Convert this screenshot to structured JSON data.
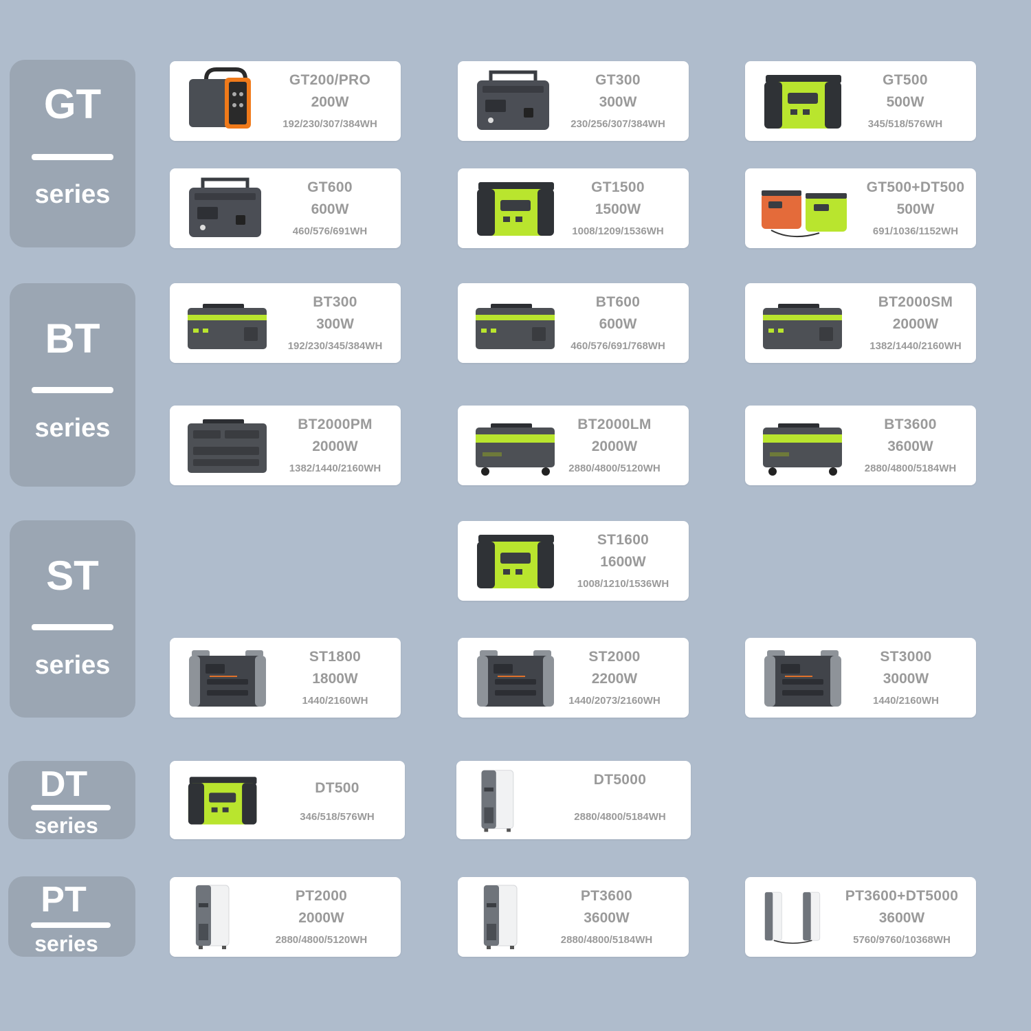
{
  "series": [
    {
      "code": "GT",
      "label": "series"
    },
    {
      "code": "BT",
      "label": "series"
    },
    {
      "code": "ST",
      "label": "series"
    },
    {
      "code": "DT",
      "label": "series"
    },
    {
      "code": "PT",
      "label": "series"
    }
  ],
  "products": [
    {
      "model": "GT200/PRO",
      "power": "200W",
      "capacity": "192/230/307/384WH",
      "icon": "orange-power-station-icon"
    },
    {
      "model": "GT300",
      "power": "300W",
      "capacity": "230/256/307/384WH",
      "icon": "dark-power-station-icon"
    },
    {
      "model": "GT500",
      "power": "500W",
      "capacity": "345/518/576WH",
      "icon": "green-power-station-icon"
    },
    {
      "model": "GT600",
      "power": "600W",
      "capacity": "460/576/691WH",
      "icon": "dark-power-station-icon"
    },
    {
      "model": "GT1500",
      "power": "1500W",
      "capacity": "1008/1209/1536WH",
      "icon": "green-power-station-icon"
    },
    {
      "model": "GT500+DT500",
      "power": "500W",
      "capacity": "691/1036/1152WH",
      "icon": "combo-power-station-icon"
    },
    {
      "model": "BT300",
      "power": "300W",
      "capacity": "192/230/345/384WH",
      "icon": "dark-green-box-icon"
    },
    {
      "model": "BT600",
      "power": "600W",
      "capacity": "460/576/691/768WH",
      "icon": "dark-green-box-icon"
    },
    {
      "model": "BT2000SM",
      "power": "2000W",
      "capacity": "1382/1440/2160WH",
      "icon": "dark-green-box-icon"
    },
    {
      "model": "BT2000PM",
      "power": "2000W",
      "capacity": "1382/1440/2160WH",
      "icon": "dark-box-icon"
    },
    {
      "model": "BT2000LM",
      "power": "2000W",
      "capacity": "2880/4800/5120WH",
      "icon": "wheeled-box-icon"
    },
    {
      "model": "BT3600",
      "power": "3600W",
      "capacity": "2880/4800/5184WH",
      "icon": "wheeled-box-icon"
    },
    {
      "model": "ST1600",
      "power": "1600W",
      "capacity": "1008/1210/1536WH",
      "icon": "green-power-station-icon"
    },
    {
      "model": "ST1800",
      "power": "1800W",
      "capacity": "1440/2160WH",
      "icon": "grey-power-station-icon"
    },
    {
      "model": "ST2000",
      "power": "2200W",
      "capacity": "1440/2073/2160WH",
      "icon": "grey-power-station-icon"
    },
    {
      "model": "ST3000",
      "power": "3000W",
      "capacity": "1440/2160WH",
      "icon": "grey-power-station-icon"
    },
    {
      "model": "DT500",
      "power": "",
      "capacity": "346/518/576WH",
      "icon": "green-power-station-icon"
    },
    {
      "model": "DT5000",
      "power": "",
      "capacity": "2880/4800/5184WH",
      "icon": "tower-battery-icon"
    },
    {
      "model": "PT2000",
      "power": "2000W",
      "capacity": "2880/4800/5120WH",
      "icon": "tower-battery-icon"
    },
    {
      "model": "PT3600",
      "power": "3600W",
      "capacity": "2880/4800/5184WH",
      "icon": "tower-battery-icon"
    },
    {
      "model": "PT3600+DT5000",
      "power": "3600W",
      "capacity": "5760/9760/10368WH",
      "icon": "twin-tower-battery-icon"
    }
  ]
}
